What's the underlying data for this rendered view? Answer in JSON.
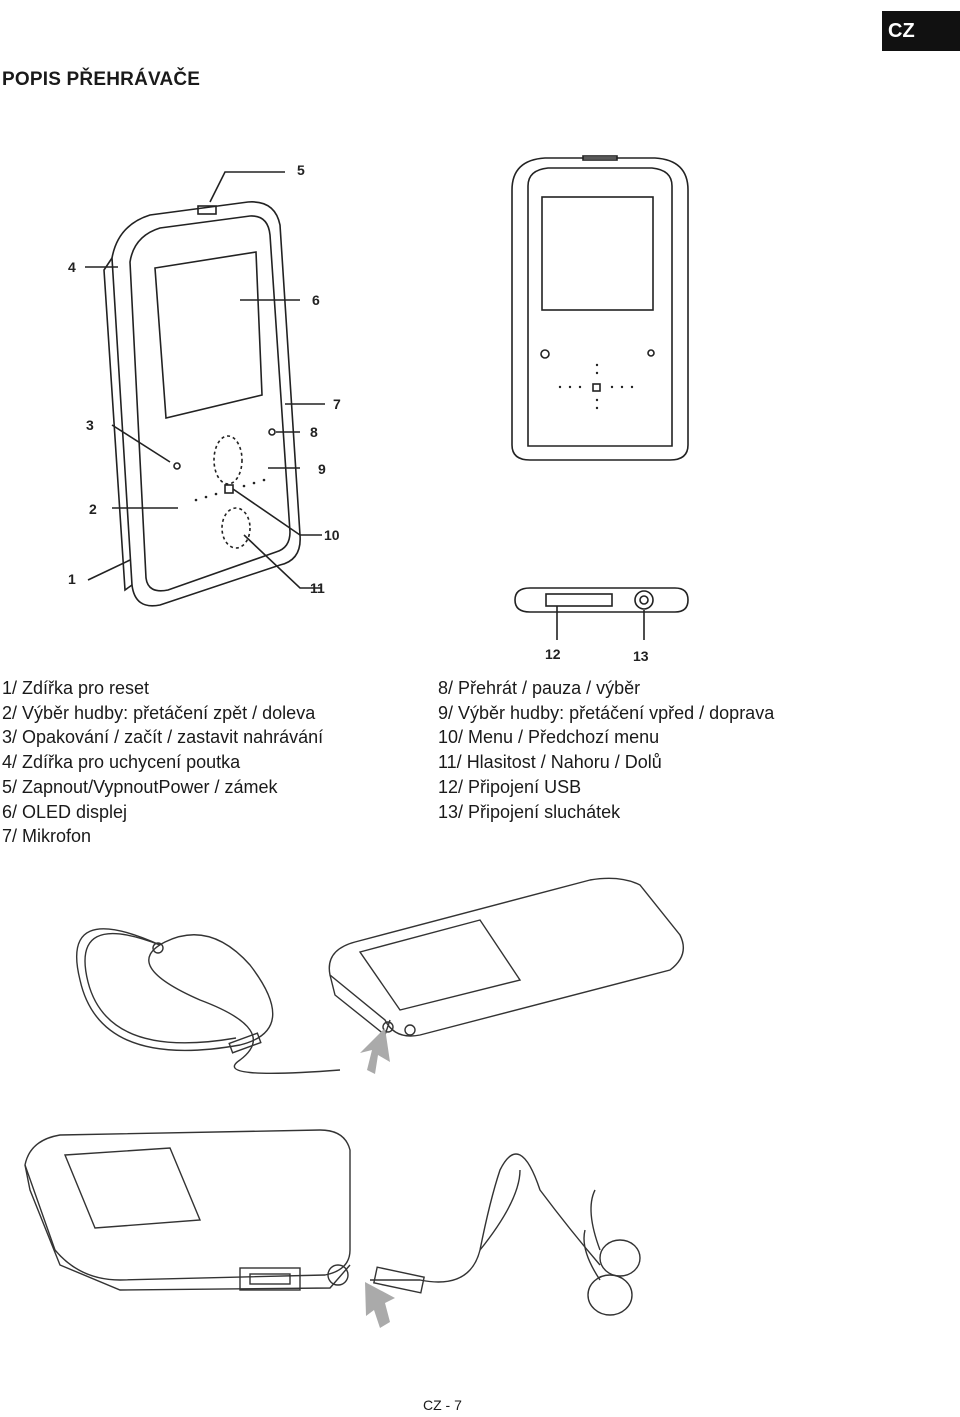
{
  "header": {
    "language_tab": "CZ",
    "title": "POPIS PŘEHRÁVAČE"
  },
  "diagram_callouts": {
    "front": [
      "1",
      "2",
      "3",
      "4",
      "5",
      "6",
      "7",
      "8",
      "9",
      "10",
      "11"
    ],
    "bottom": [
      "12",
      "13"
    ]
  },
  "legend": {
    "left": [
      "1/ Zdířka pro reset",
      "2/ Výběr hudby: přetáčení zpět / doleva",
      "3/ Opakování / začít / zastavit nahrávání",
      "4/ Zdířka pro uchycení poutka",
      "5/ Zapnout/VypnoutPower / zámek",
      "6/ OLED displej",
      "7/ Mikrofon"
    ],
    "right": [
      "8/ Přehrát / pauza / výběr",
      "9/ Výběr hudby: přetáčení vpřed / doprava",
      "10/ Menu / Předchozí menu",
      "11/ Hlasitost / Nahoru / Dolů",
      "12/ Připojení USB",
      "13/ Připojení sluchátek"
    ]
  },
  "footer": {
    "page_number": "CZ - 7"
  }
}
